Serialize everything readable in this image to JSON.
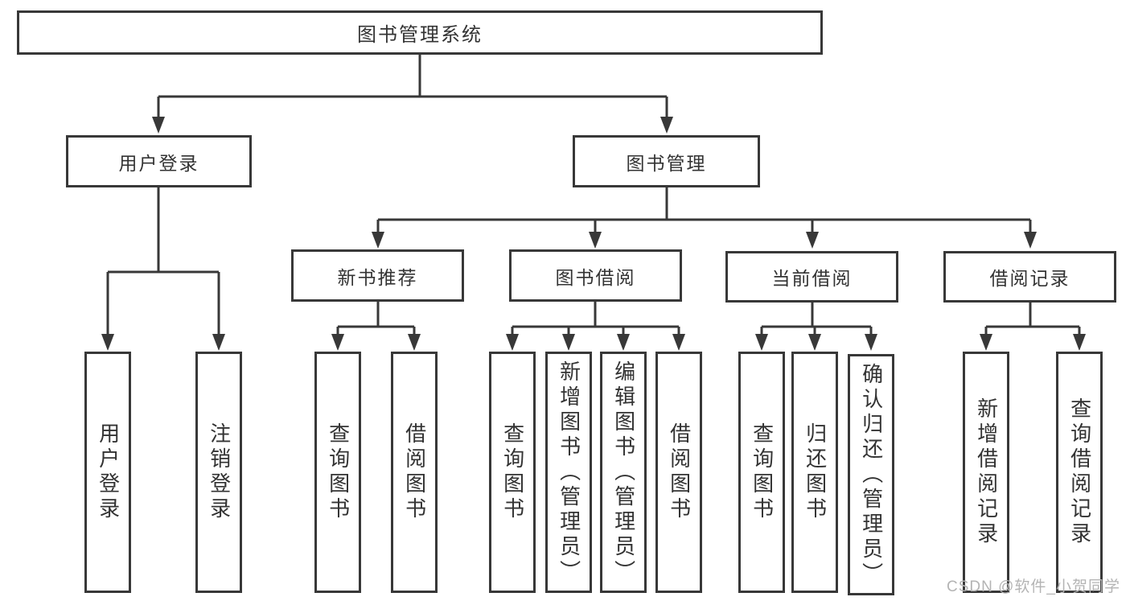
{
  "title": "图书管理系统",
  "nodes": {
    "root": "图书管理系统",
    "level1": [
      {
        "label": "用户登录"
      },
      {
        "label": "图书管理"
      }
    ],
    "login_leaves": [
      "用户登录",
      "注销登录"
    ],
    "sections": [
      {
        "label": "新书推荐",
        "leaves": [
          "查询图书",
          "借阅图书"
        ]
      },
      {
        "label": "图书借阅",
        "leaves": [
          "查询图书",
          "新增图书（管理员）",
          "编辑图书（管理员）",
          "借阅图书"
        ]
      },
      {
        "label": "当前借阅",
        "leaves": [
          "查询图书",
          "归还图书",
          "确认归还（管理员）"
        ]
      },
      {
        "label": "借阅记录",
        "leaves": [
          "新增借阅记录",
          "查询借阅记录"
        ]
      }
    ]
  },
  "watermark": {
    "text": "CSDN @软件_小贺同学"
  },
  "colors": {
    "line": "#383838",
    "text": "#333333",
    "watermark": "#b4b4b4",
    "background": "#ffffff"
  }
}
